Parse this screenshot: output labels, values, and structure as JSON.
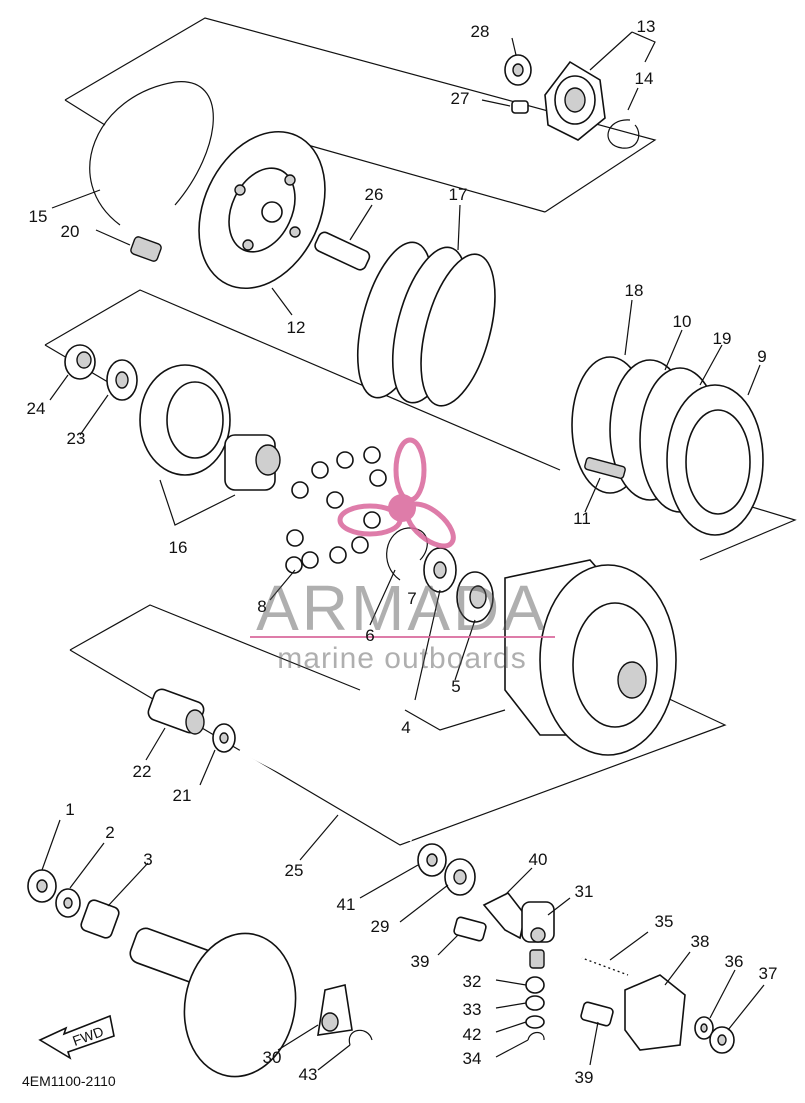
{
  "diagram": {
    "code": "4EM1100-2110",
    "fwd_label": "FWD",
    "part_labels": [
      "1",
      "2",
      "3",
      "4",
      "5",
      "6",
      "7",
      "8",
      "9",
      "10",
      "11",
      "12",
      "13",
      "14",
      "15",
      "16",
      "17",
      "18",
      "19",
      "20",
      "21",
      "22",
      "23",
      "24",
      "25",
      "26",
      "27",
      "28",
      "29",
      "30",
      "31",
      "32",
      "33",
      "34",
      "35",
      "36",
      "37",
      "38",
      "39",
      "39",
      "40",
      "41",
      "42",
      "43"
    ]
  },
  "watermark": {
    "title": "ARMADA",
    "subtitle": "marine outboards",
    "accent_color": "#d9669b",
    "text_color": "#555555"
  }
}
